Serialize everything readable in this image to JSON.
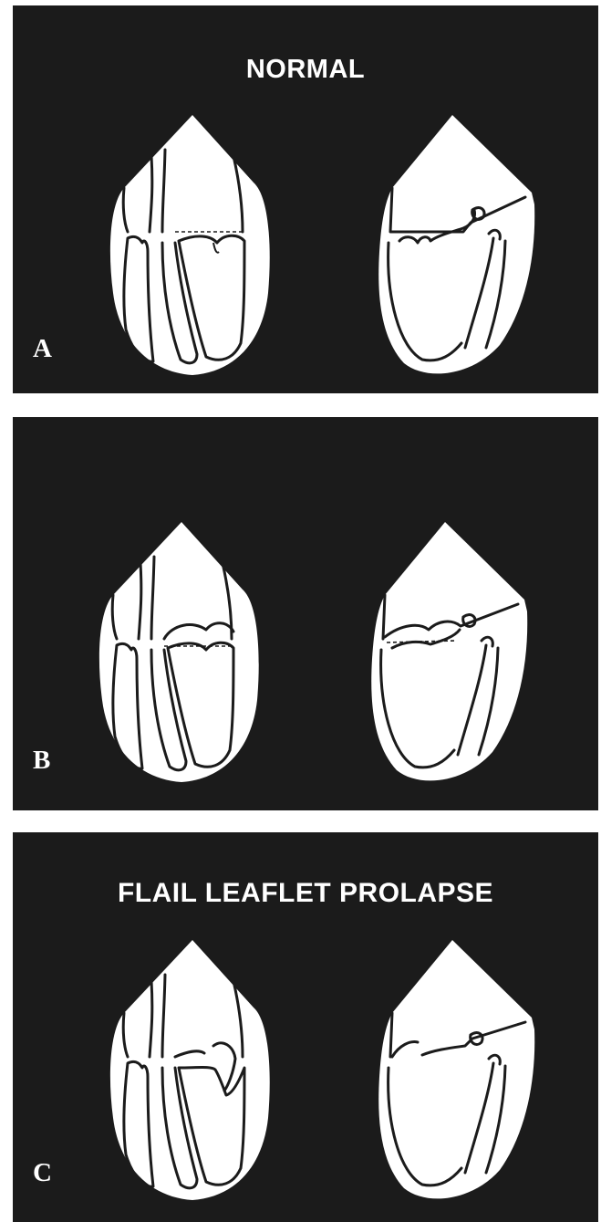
{
  "panels": [
    {
      "id": "A",
      "title": "NORMAL",
      "letter": "A",
      "state": "normal"
    },
    {
      "id": "B",
      "title": "",
      "letter": "B",
      "state": "billowing"
    },
    {
      "id": "C",
      "title": "FLAIL LEAFLET PROLAPSE",
      "letter": "C",
      "state": "flail"
    }
  ],
  "views": [
    "four-chamber",
    "long-axis"
  ],
  "colors": {
    "background": "#1b1b1b",
    "drawing": "#ffffff"
  }
}
